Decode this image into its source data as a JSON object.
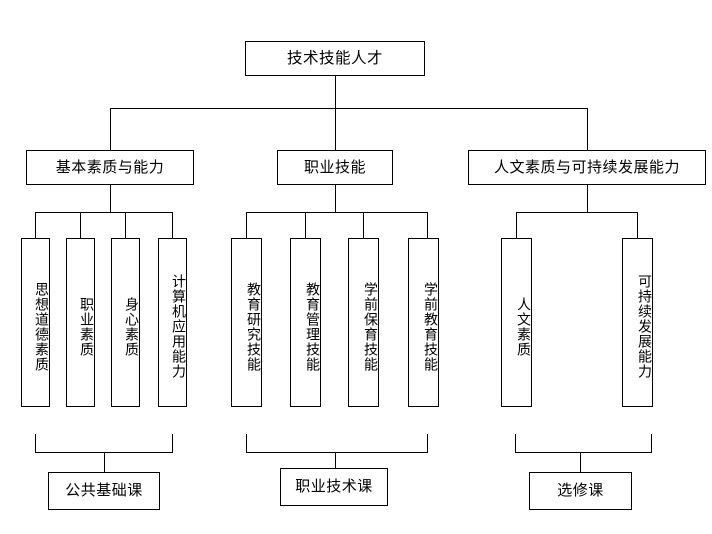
{
  "diagram": {
    "title": "技术技能人才",
    "type": "organization-tree",
    "background_color": "#ffffff",
    "line_color": "#000000",
    "text_color": "#000000"
  },
  "root": {
    "label": "技术技能人才"
  },
  "branches": [
    {
      "id": "basic",
      "label": "基本素质与能力",
      "leaves": [
        {
          "label": "思想道德素质"
        },
        {
          "label": "职业素质"
        },
        {
          "label": "身心素质"
        },
        {
          "label": "计算机应用能力"
        }
      ],
      "course": {
        "label": "公共基础课"
      }
    },
    {
      "id": "vocational",
      "label": "职业技能",
      "leaves": [
        {
          "label": "教育研究技能"
        },
        {
          "label": "教育管理技能"
        },
        {
          "label": "学前保育技能"
        },
        {
          "label": "学前教育技能"
        }
      ],
      "course": {
        "label": "职业技术课"
      }
    },
    {
      "id": "humanistic",
      "label": "人文素质与可持续发展能力",
      "leaves": [
        {
          "label": "人文素质"
        },
        {
          "label": "可持续发展能力"
        }
      ],
      "course": {
        "label": "选修课"
      }
    }
  ]
}
